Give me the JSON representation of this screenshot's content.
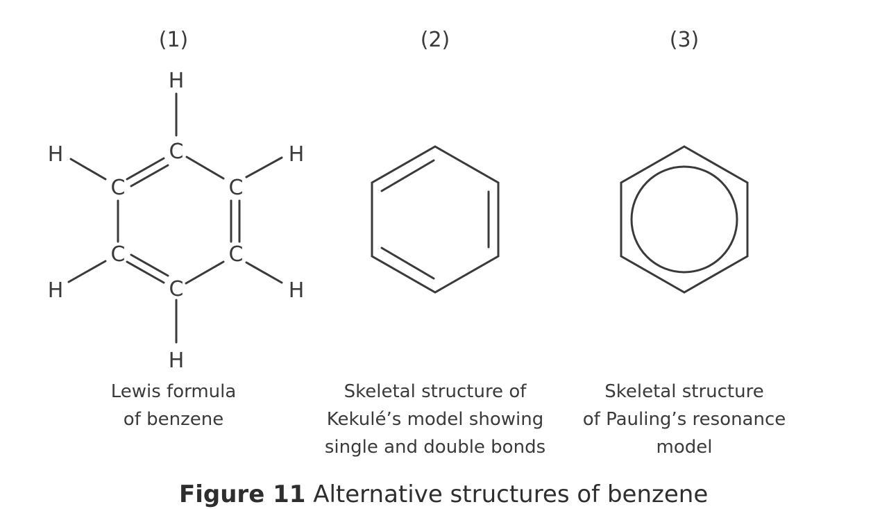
{
  "panels": [
    {
      "number": "(1)",
      "caption_lines": [
        "Lewis formula",
        "of benzene"
      ]
    },
    {
      "number": "(2)",
      "caption_lines": [
        "Skeletal structure of",
        "Kekulé’s model showing",
        "single and double bonds"
      ]
    },
    {
      "number": "(3)",
      "caption_lines": [
        "Skeletal structure",
        "of Pauling’s resonance",
        "model"
      ]
    }
  ],
  "atoms": {
    "carbon": "C",
    "hydrogen": "H"
  },
  "figure_caption": {
    "label": "Figure 11",
    "text": " Alternative structures of benzene"
  }
}
